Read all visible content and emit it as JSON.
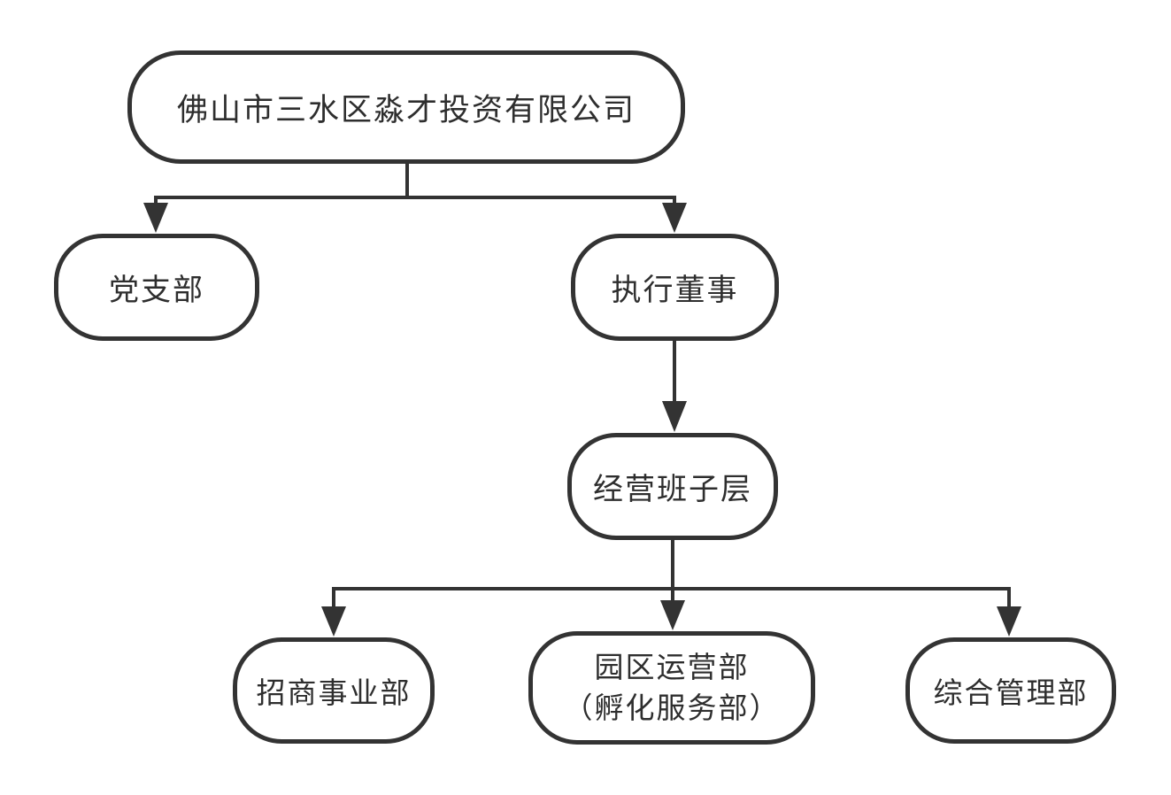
{
  "diagram": {
    "type": "org_chart",
    "colors": {
      "node_border": "#333333",
      "connector": "#333333",
      "text": "#2e2e2e",
      "background": "#ffffff"
    },
    "nodes": {
      "company": {
        "label": "佛山市三水区淼才投资有限公司"
      },
      "party_branch": {
        "label": "党支部"
      },
      "executive_director": {
        "label": "执行董事"
      },
      "management_team": {
        "label": "经营班子层"
      },
      "investment_dept": {
        "label": "招商事业部"
      },
      "park_operations": {
        "line1": "园区运营部",
        "line2": "（孵化服务部）"
      },
      "general_management": {
        "label": "综合管理部"
      }
    },
    "edges": [
      {
        "from": "company",
        "to": "party_branch"
      },
      {
        "from": "company",
        "to": "executive_director"
      },
      {
        "from": "executive_director",
        "to": "management_team"
      },
      {
        "from": "management_team",
        "to": "investment_dept"
      },
      {
        "from": "management_team",
        "to": "park_operations"
      },
      {
        "from": "management_team",
        "to": "general_management"
      }
    ]
  }
}
